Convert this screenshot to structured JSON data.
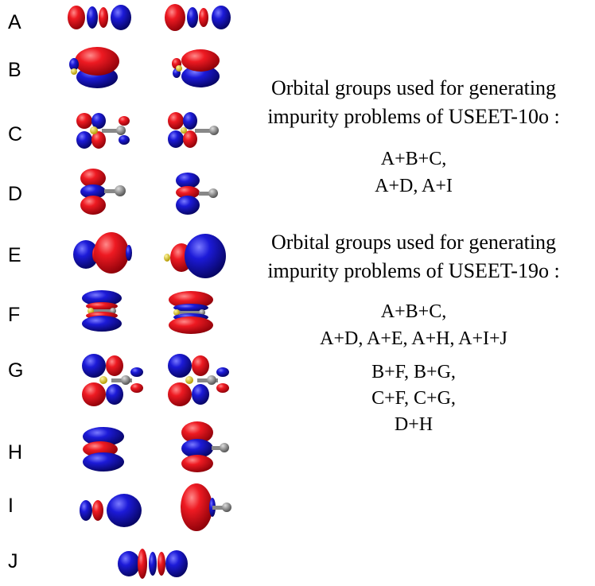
{
  "rows": [
    {
      "label": "A"
    },
    {
      "label": "B"
    },
    {
      "label": "C"
    },
    {
      "label": "D"
    },
    {
      "label": "E"
    },
    {
      "label": "F"
    },
    {
      "label": "G"
    },
    {
      "label": "H"
    },
    {
      "label": "I"
    },
    {
      "label": "J"
    }
  ],
  "colors": {
    "positive_lobe": "#e8111b",
    "negative_lobe": "#1c1ad4",
    "atom_carbon": "#8a8a8a",
    "atom_sulfur": "#e8d020"
  },
  "useet10": {
    "heading_line1": "Orbital groups used for generating",
    "heading_line2": "impurity problems of USEET-10o :",
    "groups": [
      "A+B+C,",
      "A+D, A+I"
    ]
  },
  "useet19": {
    "heading_line1": "Orbital groups used for generating",
    "heading_line2": "impurity problems of USEET-19o :",
    "groups": [
      "A+B+C,",
      "A+D, A+E, A+H, A+I+J",
      "B+F, B+G,",
      "C+F, C+G,",
      "D+H"
    ]
  }
}
